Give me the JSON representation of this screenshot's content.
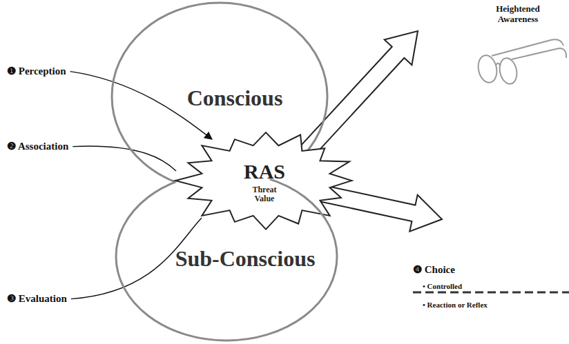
{
  "diagram": {
    "nodes": [
      {
        "text": [
          "Conscious"
        ]
      },
      {
        "text": [
          "RAS",
          "Threat Value"
        ]
      },
      {
        "text": [
          "Sub-Conscious"
        ]
      }
    ],
    "labels": [
      "❶ Perception",
      "❷ Association",
      "❸ Evaluation",
      "Heightened Awareness",
      "❹ Choice",
      "• Controlled",
      "• Reaction or Reflex"
    ]
  }
}
